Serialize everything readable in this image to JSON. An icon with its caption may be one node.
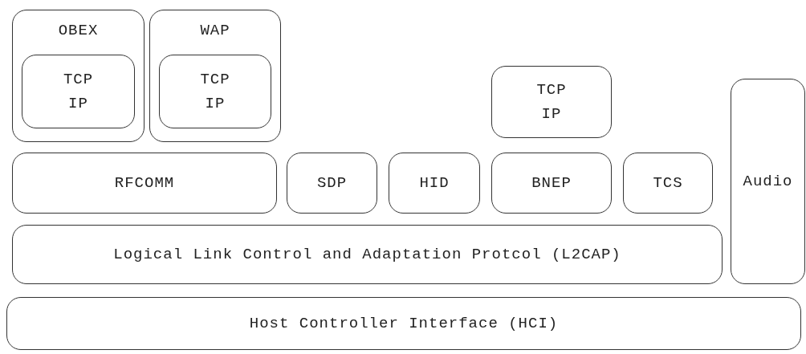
{
  "diagram": {
    "nodes": [
      {
        "text": [
          "OBEX"
        ]
      },
      {
        "text": [
          "TCP IP"
        ],
        "in": 0
      },
      {
        "text": [
          "WAP"
        ]
      },
      {
        "text": [
          "TCP IP"
        ],
        "in": 2
      },
      {
        "text": [
          "TCP IP"
        ]
      },
      {
        "text": [
          "RFCOMM"
        ]
      },
      {
        "text": [
          "SDP"
        ]
      },
      {
        "text": [
          "HID"
        ]
      },
      {
        "text": [
          "BNEP"
        ]
      },
      {
        "text": [
          "TCS"
        ]
      },
      {
        "text": [
          "Audio"
        ]
      },
      {
        "text": [
          "Logical Link Control and Adaptation Protcol (L2CAP)"
        ]
      },
      {
        "text": [
          "Host Controller Interface (HCI)"
        ]
      }
    ],
    "edges": []
  }
}
